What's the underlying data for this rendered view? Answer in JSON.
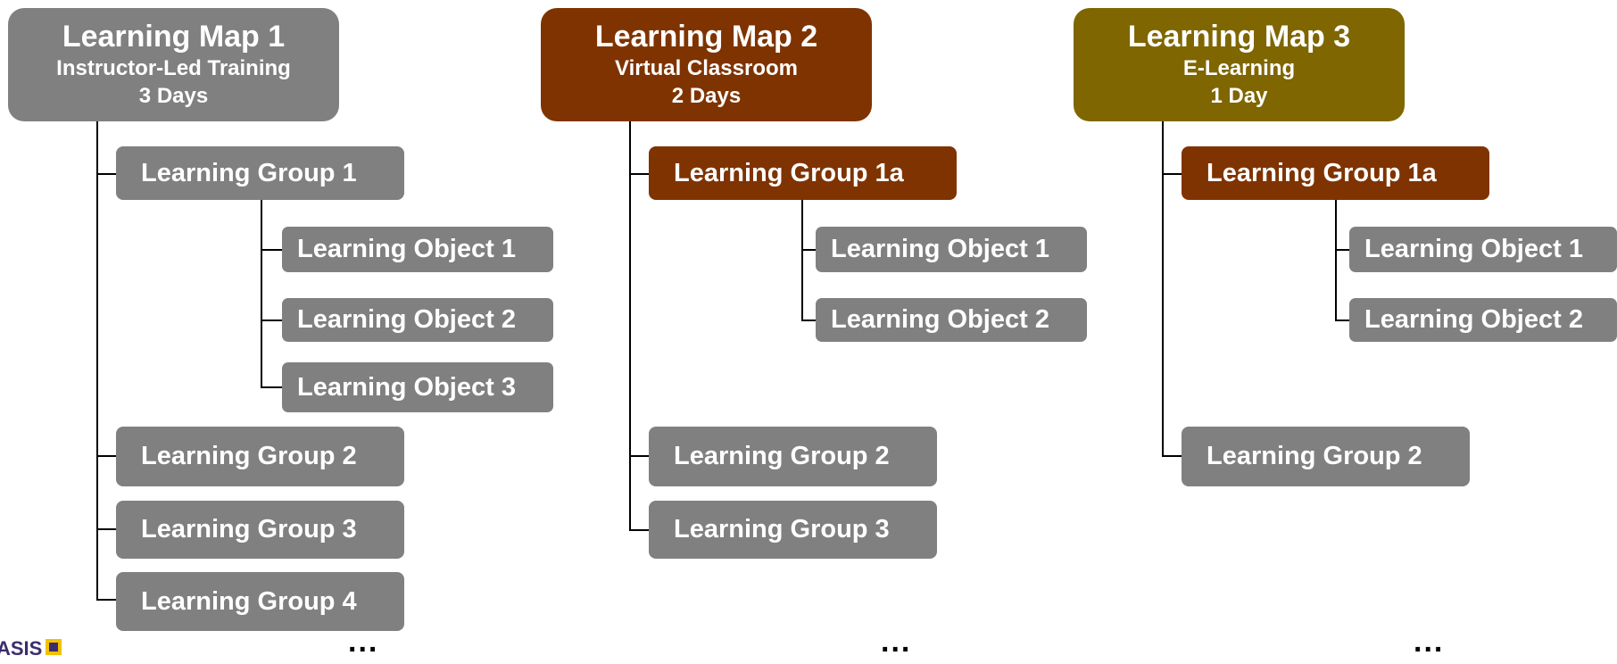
{
  "columns": [
    {
      "map": {
        "title": "Learning Map 1",
        "subtitle": "Instructor-Led Training",
        "duration": "3 Days",
        "color": "#808080"
      },
      "items": [
        {
          "kind": "group",
          "label": "Learning Group 1",
          "color": "#808080"
        },
        {
          "kind": "object",
          "label": "Learning Object 1"
        },
        {
          "kind": "object",
          "label": "Learning Object 2"
        },
        {
          "kind": "object",
          "label": "Learning Object 3"
        },
        {
          "kind": "group",
          "label": "Learning Group 2",
          "color": "#808080"
        },
        {
          "kind": "group",
          "label": "Learning Group 3",
          "color": "#808080"
        },
        {
          "kind": "group",
          "label": "Learning Group 4",
          "color": "#808080"
        }
      ],
      "ellipsis": "..."
    },
    {
      "map": {
        "title": "Learning Map 2",
        "subtitle": "Virtual Classroom",
        "duration": "2 Days",
        "color": "#7f3300"
      },
      "items": [
        {
          "kind": "group",
          "label": "Learning Group 1a",
          "color": "#7f3300"
        },
        {
          "kind": "object",
          "label": "Learning Object 1"
        },
        {
          "kind": "object",
          "label": "Learning Object 2"
        },
        {
          "kind": "group",
          "label": "Learning Group 2",
          "color": "#808080"
        },
        {
          "kind": "group",
          "label": "Learning Group 3",
          "color": "#808080"
        }
      ],
      "ellipsis": "..."
    },
    {
      "map": {
        "title": "Learning Map 3",
        "subtitle": "E-Learning",
        "duration": "1 Day",
        "color": "#7f6600"
      },
      "items": [
        {
          "kind": "group",
          "label": "Learning Group 1a",
          "color": "#7f3300"
        },
        {
          "kind": "object",
          "label": "Learning Object 1"
        },
        {
          "kind": "object",
          "label": "Learning Object 2"
        },
        {
          "kind": "group",
          "label": "Learning Group 2",
          "color": "#808080"
        }
      ],
      "ellipsis": "..."
    }
  ],
  "logo": {
    "text": "ASIS"
  }
}
